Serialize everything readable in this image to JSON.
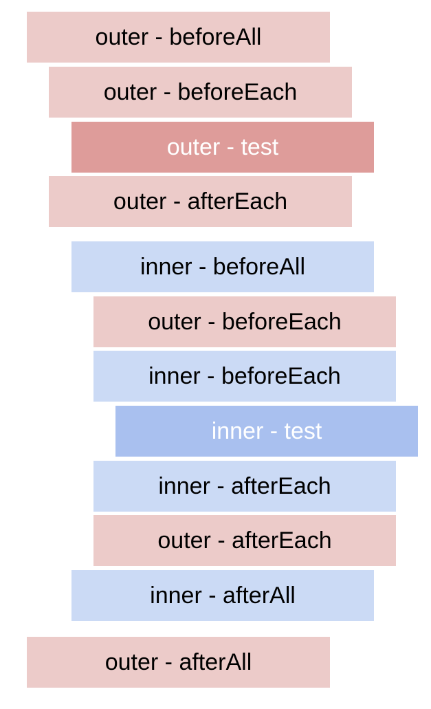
{
  "blocks": [
    {
      "label": "outer - beforeAll",
      "scope": "outer",
      "kind": "hook"
    },
    {
      "label": "outer - beforeEach",
      "scope": "outer",
      "kind": "hook"
    },
    {
      "label": "outer - test",
      "scope": "outer",
      "kind": "test"
    },
    {
      "label": "outer - afterEach",
      "scope": "outer",
      "kind": "hook"
    },
    {
      "label": "inner - beforeAll",
      "scope": "inner",
      "kind": "hook"
    },
    {
      "label": "outer - beforeEach",
      "scope": "outer",
      "kind": "hook"
    },
    {
      "label": "inner - beforeEach",
      "scope": "inner",
      "kind": "hook"
    },
    {
      "label": "inner - test",
      "scope": "inner",
      "kind": "test"
    },
    {
      "label": "inner - afterEach",
      "scope": "inner",
      "kind": "hook"
    },
    {
      "label": "outer - afterEach",
      "scope": "outer",
      "kind": "hook"
    },
    {
      "label": "inner - afterAll",
      "scope": "inner",
      "kind": "hook"
    },
    {
      "label": "outer - afterAll",
      "scope": "outer",
      "kind": "hook"
    }
  ],
  "colors": {
    "outer_hook": "#eccbc9",
    "outer_test": "#de9c9a",
    "inner_hook": "#cbdaf5",
    "inner_test": "#a9c0ef",
    "test_text": "#ffffff",
    "hook_text": "#000000"
  }
}
